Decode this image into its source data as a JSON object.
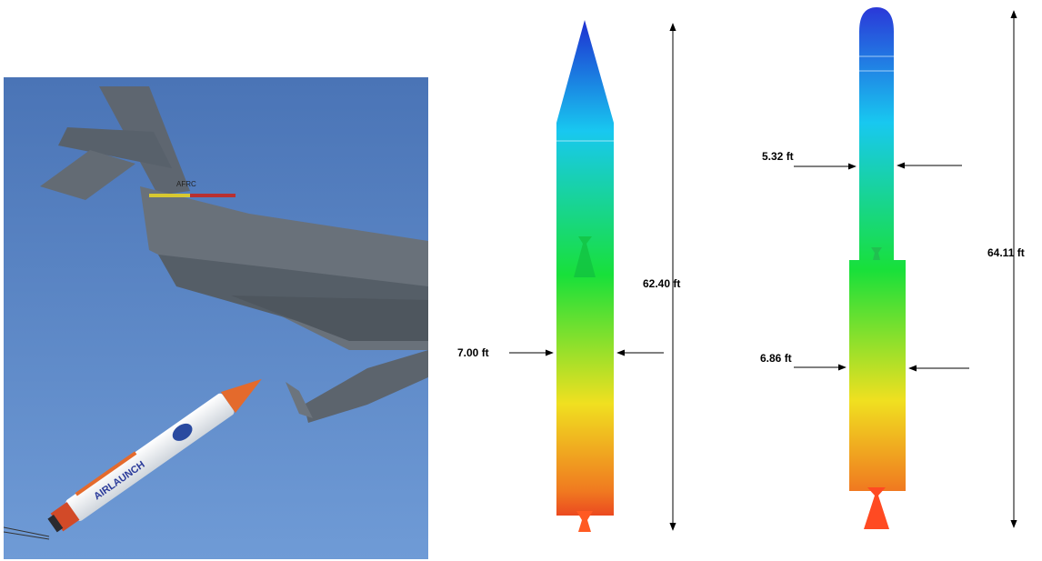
{
  "photo": {
    "description_icon": "aircraft-tail-and-airlaunch-rocket-photo",
    "rocket_text": "AIRLAUNCH",
    "tail_text": "AFRC"
  },
  "rocket_a": {
    "diameter": "7.00 ft",
    "length": "62.40 ft"
  },
  "rocket_b": {
    "upper_diameter": "5.32 ft",
    "lower_diameter": "6.86 ft",
    "length": "64.11 ft"
  },
  "colors": {
    "sky": "#4f78b8",
    "gradient": [
      "#2a3ed0",
      "#18c8f0",
      "#18e040",
      "#f0e020",
      "#f07020",
      "#e83020"
    ]
  }
}
